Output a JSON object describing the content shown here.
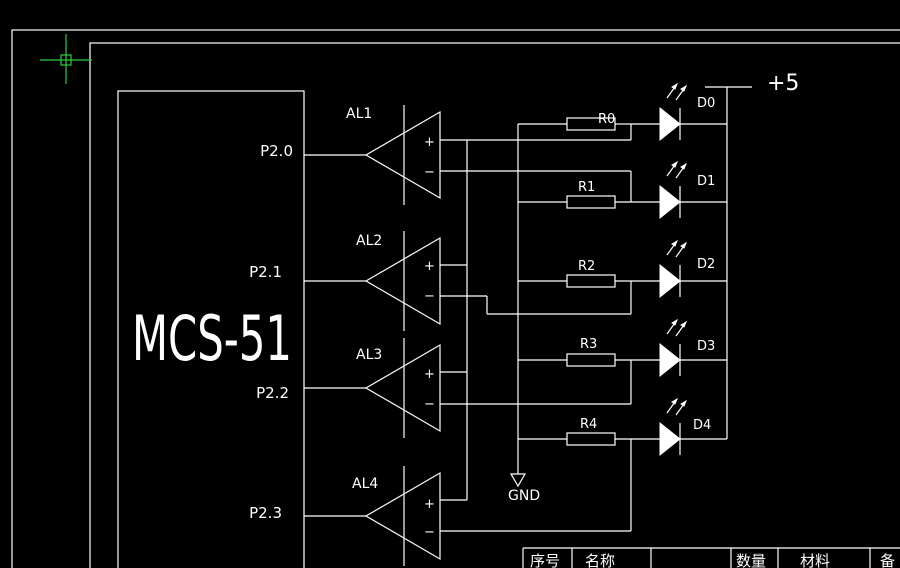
{
  "colors": {
    "background": "#000000",
    "lines": "#ffffff",
    "cursor": "#2ecc40"
  },
  "chip": {
    "label": "MCS-51",
    "pins": [
      "P2.0",
      "P2.1",
      "P2.2",
      "P2.3"
    ]
  },
  "amplifiers": [
    {
      "label": "AL1",
      "plus": "+",
      "minus": "−"
    },
    {
      "label": "AL2",
      "plus": "+",
      "minus": "−"
    },
    {
      "label": "AL3",
      "plus": "+",
      "minus": "−"
    },
    {
      "label": "AL4",
      "plus": "+",
      "minus": "−"
    }
  ],
  "resistors": [
    "R0",
    "R1",
    "R2",
    "R3",
    "R4"
  ],
  "leds": [
    "D0",
    "D1",
    "D2",
    "D3",
    "D4"
  ],
  "supply": "+5",
  "ground": "GND",
  "table": {
    "headers": [
      "序号",
      "名称",
      "数量",
      "材料",
      "备"
    ]
  },
  "icons": [
    "cursor-crosshair-icon",
    "ground-icon",
    "led-icon",
    "resistor-icon",
    "opamp-icon"
  ]
}
